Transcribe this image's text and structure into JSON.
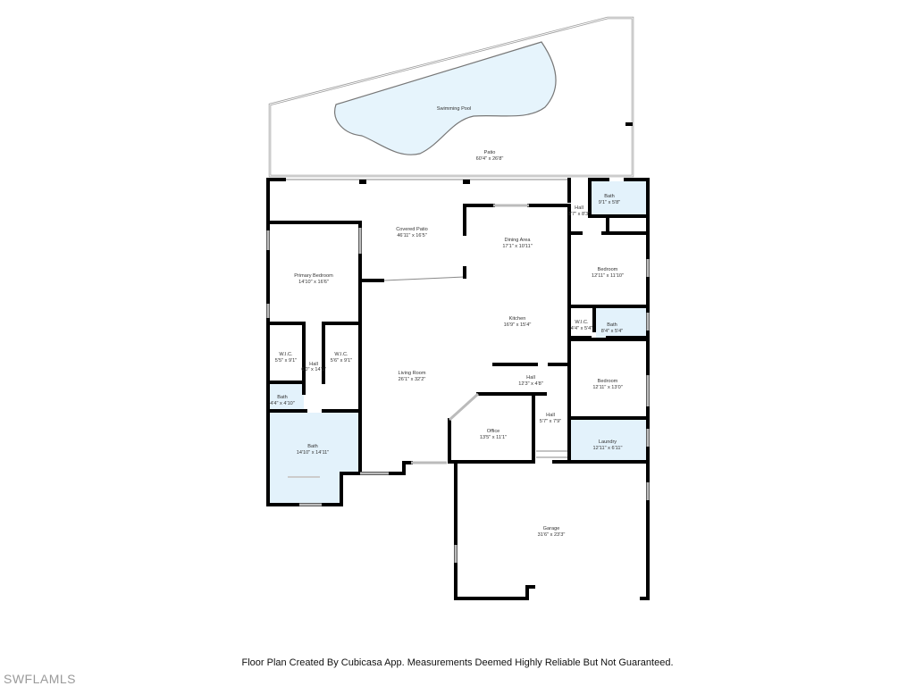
{
  "rooms": {
    "pool": {
      "name": "Swimming Pool"
    },
    "patio": {
      "name": "Patio",
      "dim": "60'4\" x 26'8\""
    },
    "covered_patio": {
      "name": "Covered Patio",
      "dim": "46'11\" x 16'5\""
    },
    "primary_bedroom": {
      "name": "Primary Bedroom",
      "dim": "14'10\" x 16'6\""
    },
    "wic_1": {
      "name": "W.I.C.",
      "dim": "5'5\" x 9'1\""
    },
    "wic_2": {
      "name": "W.I.C.",
      "dim": "5'6\" x 9'1\""
    },
    "hall_primary": {
      "name": "Hall",
      "dim": "6'0\" x 14'1\""
    },
    "bath_small": {
      "name": "Bath",
      "dim": "4'4\" x 4'10\""
    },
    "bath_primary": {
      "name": "Bath",
      "dim": "14'10\" x 14'11\""
    },
    "living_room": {
      "name": "Living Room",
      "dim": "26'1\" x 32'2\""
    },
    "dining_area": {
      "name": "Dining Area",
      "dim": "17'1\" x 10'11\""
    },
    "kitchen": {
      "name": "Kitchen",
      "dim": "16'9\" x 15'4\""
    },
    "hall_top": {
      "name": "Hall",
      "dim": "3'7\" x 8'3\""
    },
    "bath_top": {
      "name": "Bath",
      "dim": "9'1\" x 5'8\""
    },
    "bedroom_1": {
      "name": "Bedroom",
      "dim": "12'11\" x 11'10\""
    },
    "wic_3": {
      "name": "W.I.C.",
      "dim": "4'4\" x 5'4\""
    },
    "bath_mid": {
      "name": "Bath",
      "dim": "8'4\" x 5'4\""
    },
    "bedroom_2": {
      "name": "Bedroom",
      "dim": "12'11\" x 13'0\""
    },
    "hall_mid": {
      "name": "Hall",
      "dim": "12'3\" x 4'8\""
    },
    "hall_low": {
      "name": "Hall",
      "dim": "5'7\" x 7'9\""
    },
    "office": {
      "name": "Office",
      "dim": "13'5\" x 11'1\""
    },
    "laundry": {
      "name": "Laundry",
      "dim": "12'11\" x 6'11\""
    },
    "garage": {
      "name": "Garage",
      "dim": "31'6\" x 23'3\""
    }
  },
  "footer": "Floor Plan Created By Cubicasa App. Measurements Deemed Highly Reliable But Not Guaranteed.",
  "watermark": "SWFLAMLS",
  "colors": {
    "wet_room_fill": "#e3f2fb",
    "wall": "#000000"
  }
}
